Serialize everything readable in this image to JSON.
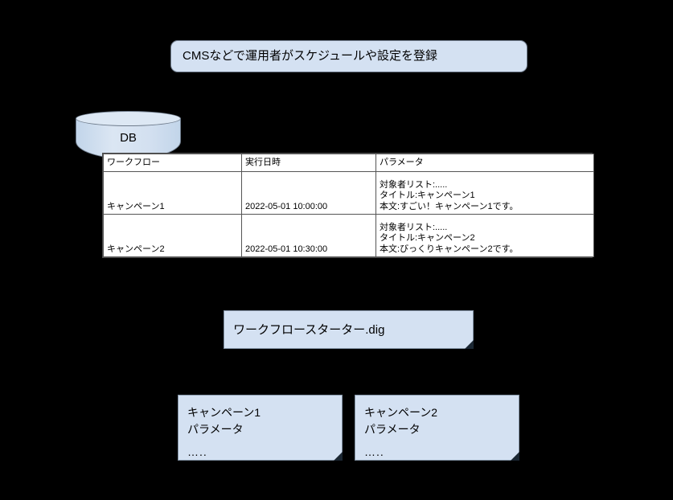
{
  "diagram": {
    "background_color": "#000000",
    "shape_fill_color": "#d4e1f2",
    "shape_border_color": "#6f7c8c"
  },
  "top_process": {
    "label": "CMSなどで運用者がスケジュールや設定を登録"
  },
  "database": {
    "label": "DB"
  },
  "table": {
    "columns": [
      "ワークフロー",
      "実行日時",
      "パラメータ"
    ],
    "rows": [
      {
        "workflow": "キャンペーン1",
        "datetime": "2022-05-01 10:00:00",
        "params": [
          "対象者リスト:.....",
          "タイトル:キャンペーン1",
          "本文:すごい！キャンペーン1です。"
        ]
      },
      {
        "workflow": "キャンペーン2",
        "datetime": "2022-05-01 10:30:00",
        "params": [
          "対象者リスト:.....",
          "タイトル:キャンペーン2",
          "本文:びっくりキャンペーン2です。"
        ]
      }
    ]
  },
  "starter_note": {
    "label": "ワークフロースターター.dig"
  },
  "output_notes": [
    {
      "title": "キャンペーン1",
      "subtitle": "パラメータ",
      "ellipsis": "….."
    },
    {
      "title": "キャンペーン2",
      "subtitle": "パラメータ",
      "ellipsis": "….."
    }
  ]
}
